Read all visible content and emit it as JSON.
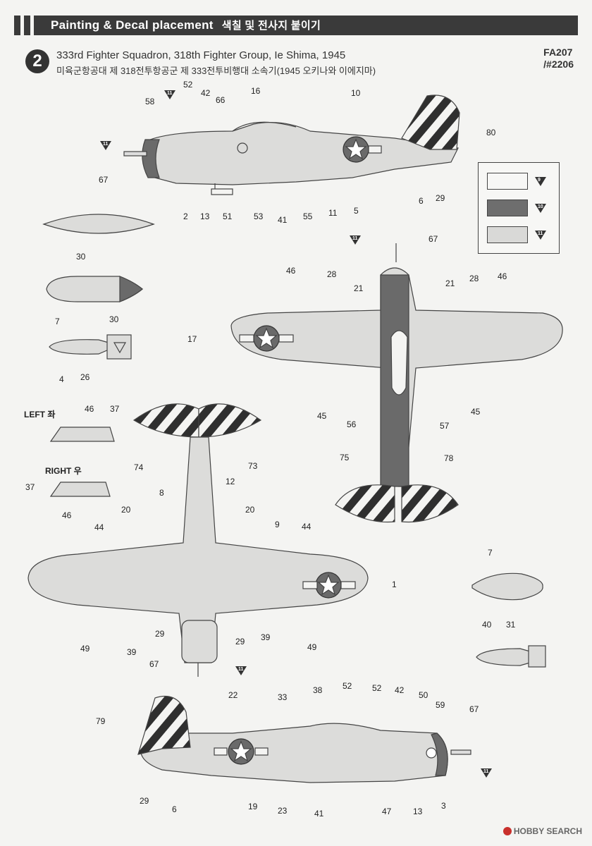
{
  "header": {
    "title": "Painting & Decal placement",
    "title_ko": "색칠 및 전사지 붙이기"
  },
  "step": {
    "number": "2",
    "subtitle": "333rd Fighter Squadron, 318th Fighter Group, Ie Shima, 1945",
    "subtitle_ko": "미육군항공대 제 318전투항공군 제 333전투비행대 소속기(1945 오키나와 이에지마)"
  },
  "codes": {
    "line1": "FA207",
    "line2": "/#2206"
  },
  "legend": {
    "colors": [
      "#f7f7f5",
      "#6e6e6e",
      "#d9d9d7"
    ],
    "markers": [
      "9",
      "10",
      "11"
    ]
  },
  "views": {
    "left": "LEFT 좌",
    "right": "RIGHT 우"
  },
  "callouts": {
    "c52a": "52",
    "c42a": "42",
    "c66": "66",
    "c16": "16",
    "c10": "10",
    "c58": "58",
    "c11a": "11",
    "c11b": "11",
    "c80": "80",
    "c67a": "67",
    "c2": "2",
    "c13a": "13",
    "c51": "51",
    "c53": "53",
    "c41a": "41",
    "c55": "55",
    "c11c": "11",
    "c5": "5",
    "c6a": "6",
    "c29a": "29",
    "c30a": "30",
    "c7a": "7",
    "c30b": "30",
    "c4": "4",
    "c26": "26",
    "c67b": "67",
    "c11d": "11",
    "c46a": "46",
    "c28a": "28",
    "c21a": "21",
    "c28b": "28",
    "c21b": "21",
    "c46b": "46",
    "c17": "17",
    "c45a": "45",
    "c56": "56",
    "c57": "57",
    "c45b": "45",
    "c75": "75",
    "c78": "78",
    "c46c": "46",
    "c37a": "37",
    "c37b": "37",
    "c46d": "46",
    "c74": "74",
    "c73": "73",
    "c8": "8",
    "c12": "12",
    "c20a": "20",
    "c20b": "20",
    "c9": "9",
    "c44a": "44",
    "c44b": "44",
    "c1": "1",
    "c49a": "49",
    "c39a": "39",
    "c29b": "29",
    "c67c": "67",
    "c29c": "29",
    "c39b": "39",
    "c49b": "49",
    "c11e": "11",
    "c7b": "7",
    "c40": "40",
    "c31": "31",
    "c22": "22",
    "c33": "33",
    "c38": "38",
    "c52b": "52",
    "c52c": "52",
    "c42b": "42",
    "c50": "50",
    "c59": "59",
    "c67d": "67",
    "c79": "79",
    "c29d": "29",
    "c6b": "6",
    "c19": "19",
    "c23": "23",
    "c41b": "41",
    "c47": "47",
    "c13b": "13",
    "c3": "3",
    "c11f": "11"
  },
  "footer": "HOBBY SEARCH"
}
